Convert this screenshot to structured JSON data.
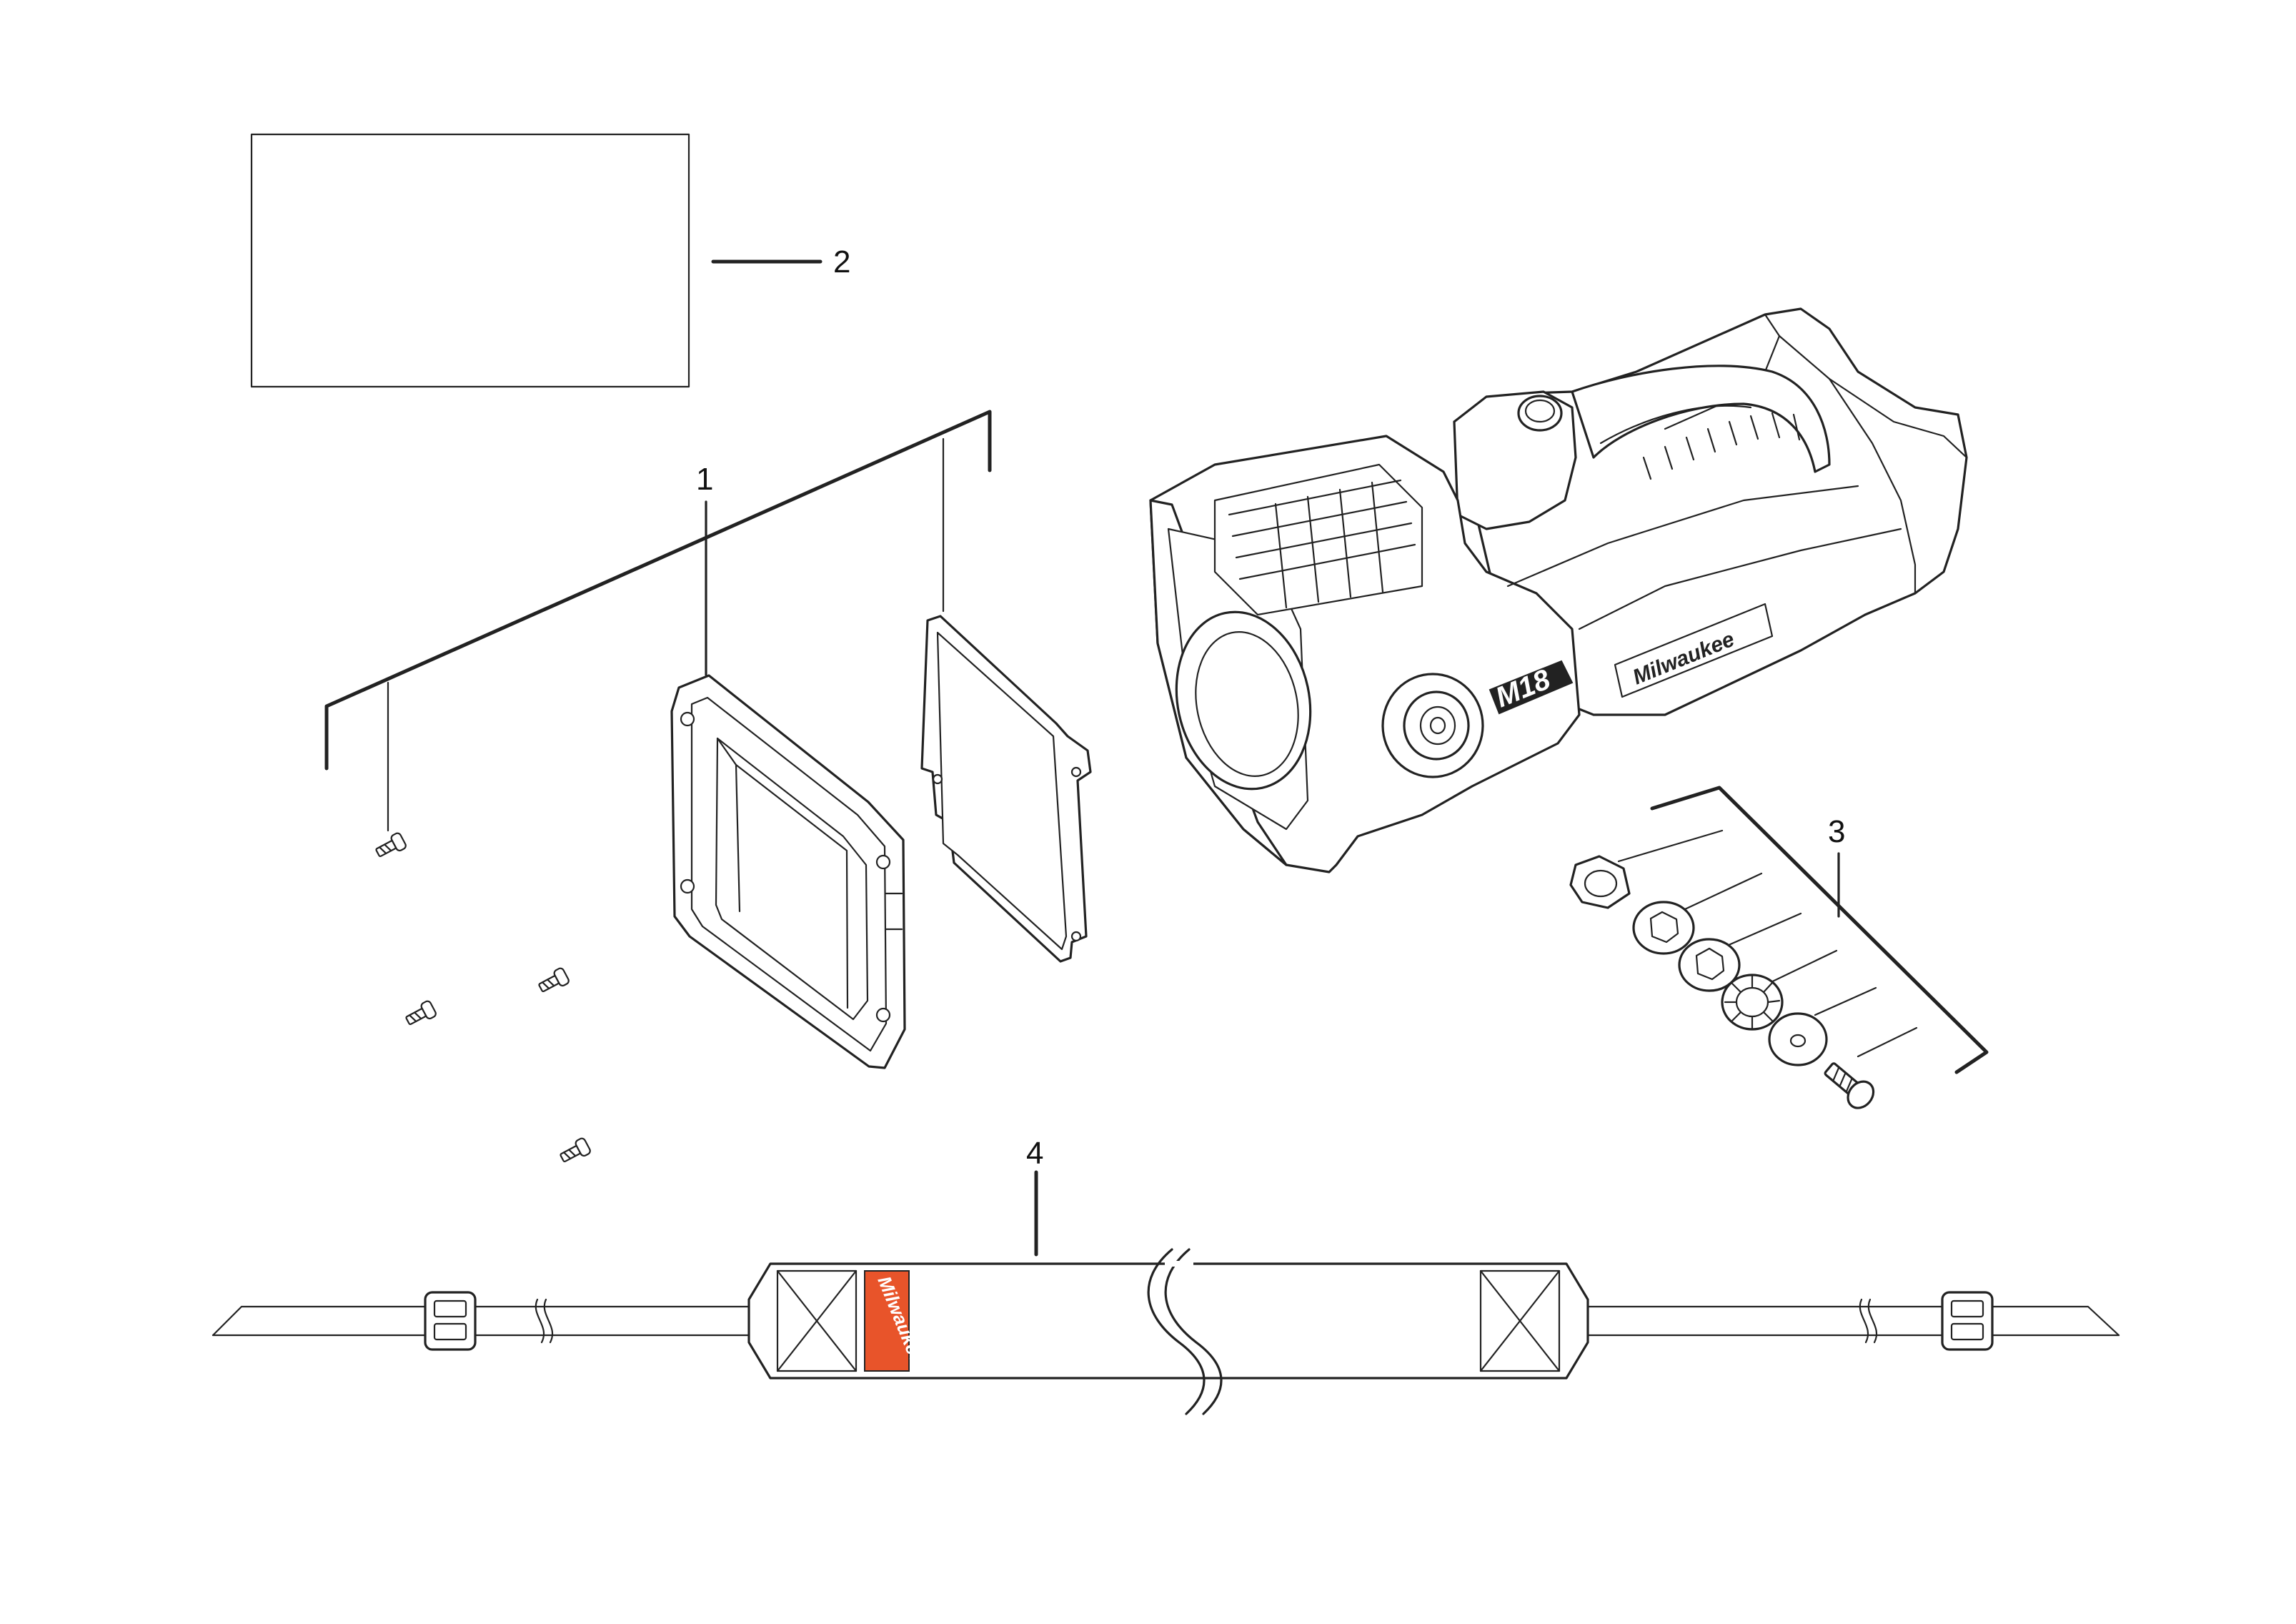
{
  "callouts": {
    "item_1": "1",
    "item_2": "2",
    "item_3": "3",
    "item_4": "4"
  },
  "product": {
    "badge": "M18",
    "brand": "Milwaukee"
  },
  "strap": {
    "logo": "Milwaukee"
  },
  "colors": {
    "line": "#222222",
    "strap_logo_bg": "#e8542a",
    "background": "#ffffff"
  }
}
